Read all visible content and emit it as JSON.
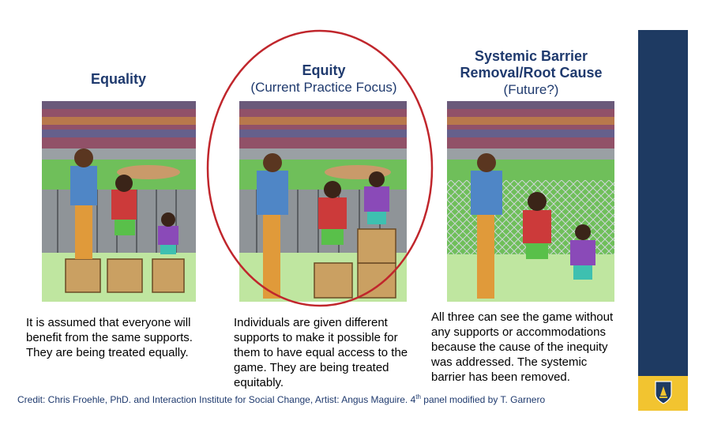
{
  "panels": [
    {
      "title": "Equality",
      "subtitle": "",
      "caption_lines": [
        "It is assumed that everyone will",
        "benefit from the same supports.",
        "They are being treated equally."
      ]
    },
    {
      "title": "Equity",
      "subtitle": "(Current Practice Focus)",
      "caption_lines": [
        "Individuals are given different",
        "supports to make it possible for",
        "them to have equal access to the",
        "game. They are being treated",
        "equitably."
      ]
    },
    {
      "title_lines": [
        "Systemic Barrier",
        "Removal/Root Cause"
      ],
      "subtitle": "(Future?)",
      "caption_lines": [
        "All three can see the game without",
        "any supports or accommodations",
        "because the cause of the inequity",
        "was addressed. The systemic",
        "barrier has been removed."
      ]
    }
  ],
  "credit": {
    "before_sup": "Credit: Chris Froehle, PhD. and Interaction Institute for Social Change, Artist: Angus Maguire. 4",
    "sup": "th",
    "after_sup": " panel modified by T. Garnero"
  },
  "colors": {
    "title": "#1f3a6e",
    "highlight_circle": "#c0262c",
    "sidebar": "#1e3a62",
    "sidebar_accent": "#f2c430"
  }
}
